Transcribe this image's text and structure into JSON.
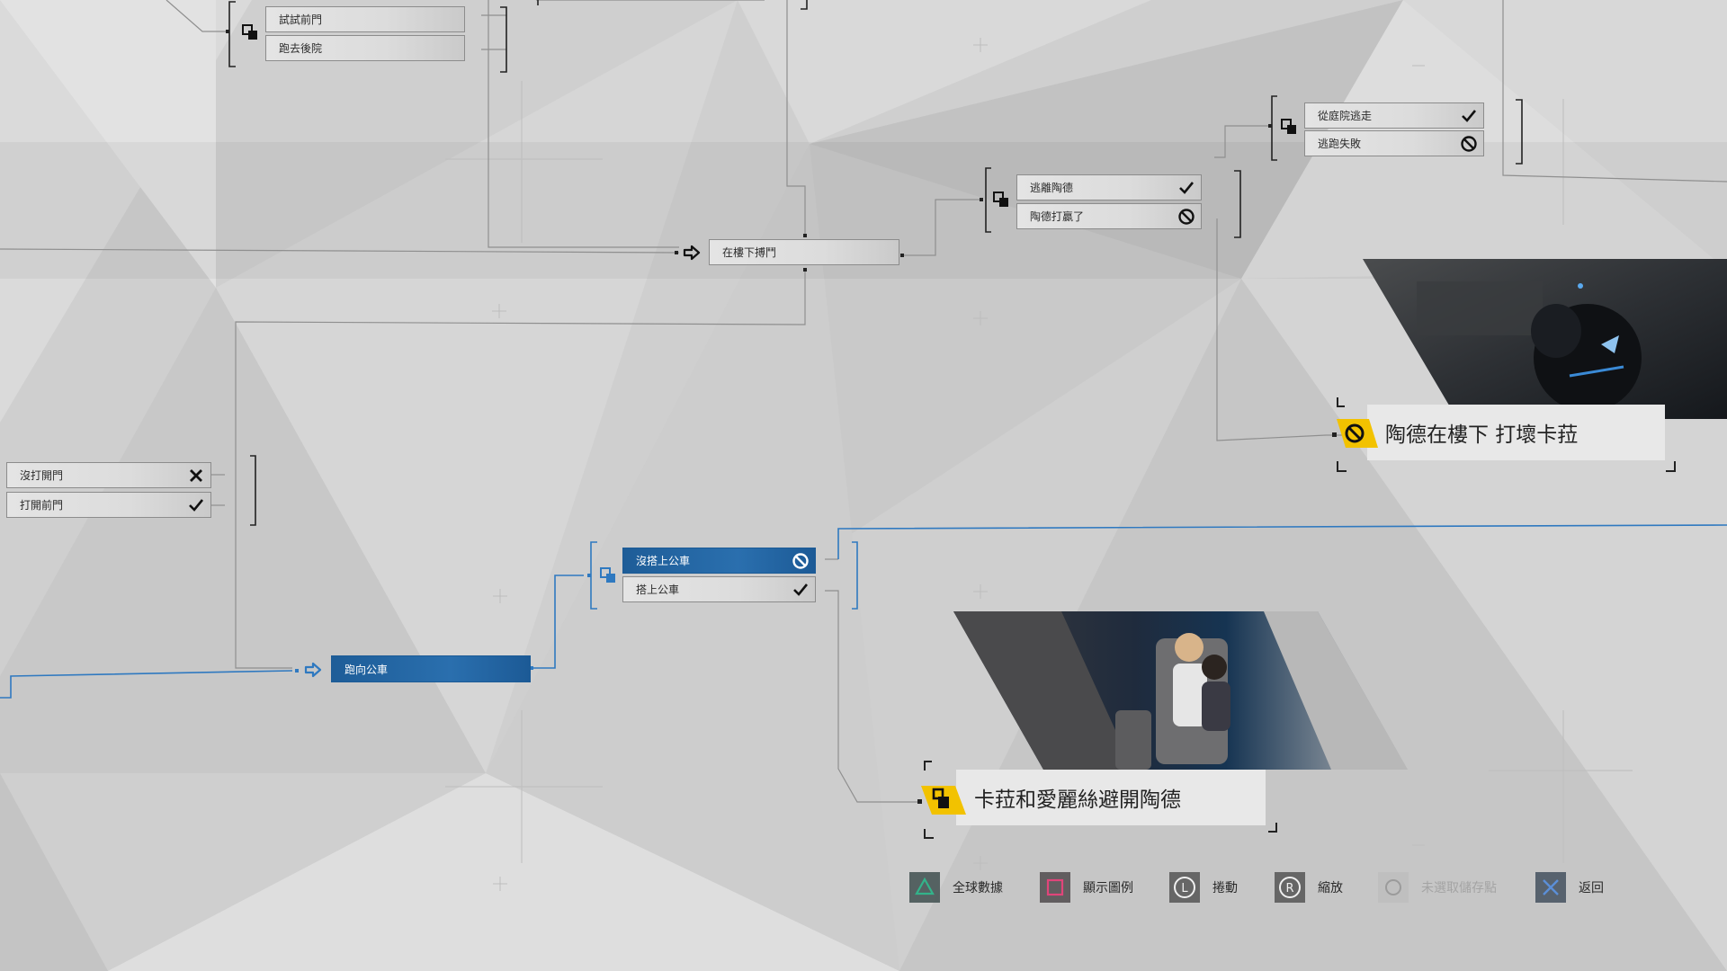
{
  "flowchart": {
    "nodes": {
      "try_front_door": "試試前門",
      "run_backyard": "跑去後院",
      "fight_downstairs": "在樓下搏鬥",
      "escape_todd": "逃離陶德",
      "todd_won": "陶德打贏了",
      "escape_backyard": "從庭院逃走",
      "escape_failed": "逃跑失敗",
      "door_not_opened": "沒打開門",
      "door_opened": "打開前門",
      "missed_bus": "沒搭上公車",
      "took_bus": "搭上公車",
      "run_to_bus": "跑向公車"
    },
    "endings": {
      "todd_breaks_kara": "陶德在樓下  打壞卡菈",
      "kara_alice_escape": "卡菈和愛麗絲避開陶德"
    }
  },
  "controls": [
    {
      "icon": "triangle-button-icon",
      "label": "全球數據",
      "color": "#33b38a"
    },
    {
      "icon": "square-button-icon",
      "label": "顯示圖例",
      "color": "#e0457a"
    },
    {
      "icon": "left-stick-icon",
      "label": "捲動",
      "glyph": "L"
    },
    {
      "icon": "right-stick-icon",
      "label": "縮放",
      "glyph": "R"
    },
    {
      "icon": "circle-button-icon",
      "label": "未選取儲存點",
      "disabled": true
    },
    {
      "icon": "cross-button-icon",
      "label": "返回",
      "color": "#5b8fd8"
    }
  ],
  "colors": {
    "accent_blue": "#1f63a6",
    "ending_badge": "#f2c200",
    "line_gray": "#8f8f8f"
  }
}
